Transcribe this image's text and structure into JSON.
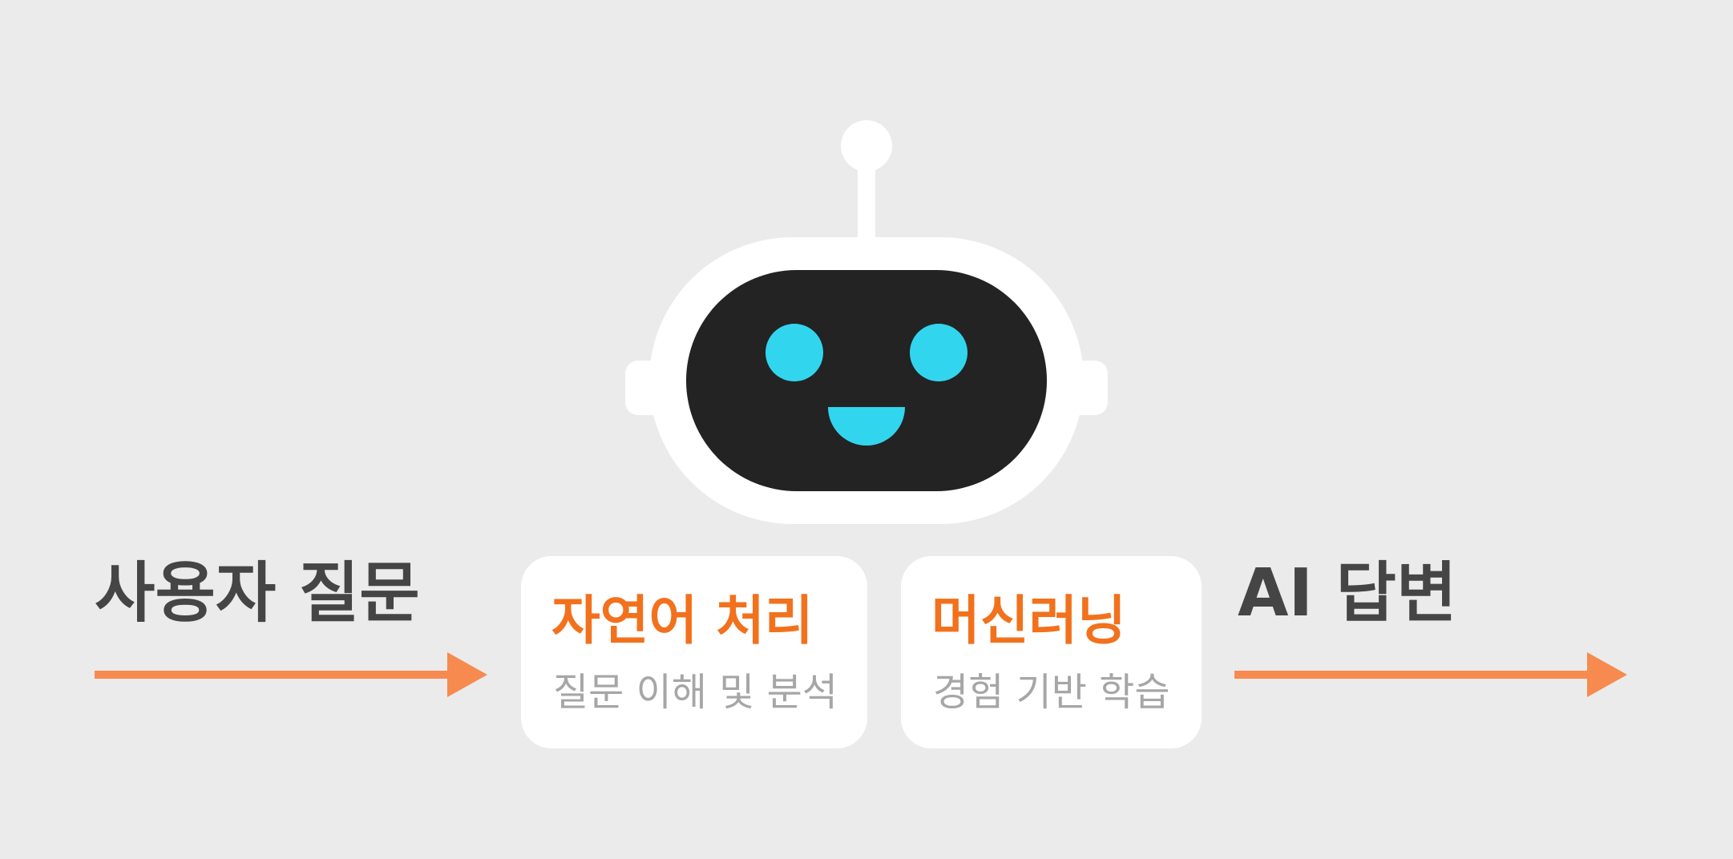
{
  "colors": {
    "background": "#ebebeb",
    "robot_shell": "#ffffff",
    "robot_face": "#232323",
    "robot_features": "#31d6ee",
    "accent_orange": "#f2711c",
    "arrow_orange": "#f78a4f",
    "dark_text": "#454545",
    "muted_text": "#a6a6a6"
  },
  "input_label": "사용자 질문",
  "output_label": "AI 답변",
  "cards": [
    {
      "title": "자연어 처리",
      "subtitle": "질문 이해 및 분석"
    },
    {
      "title": "머신러닝",
      "subtitle": "경험 기반 학습"
    }
  ],
  "icons": {
    "robot": "robot-icon",
    "arrow": "arrow-right-icon"
  }
}
